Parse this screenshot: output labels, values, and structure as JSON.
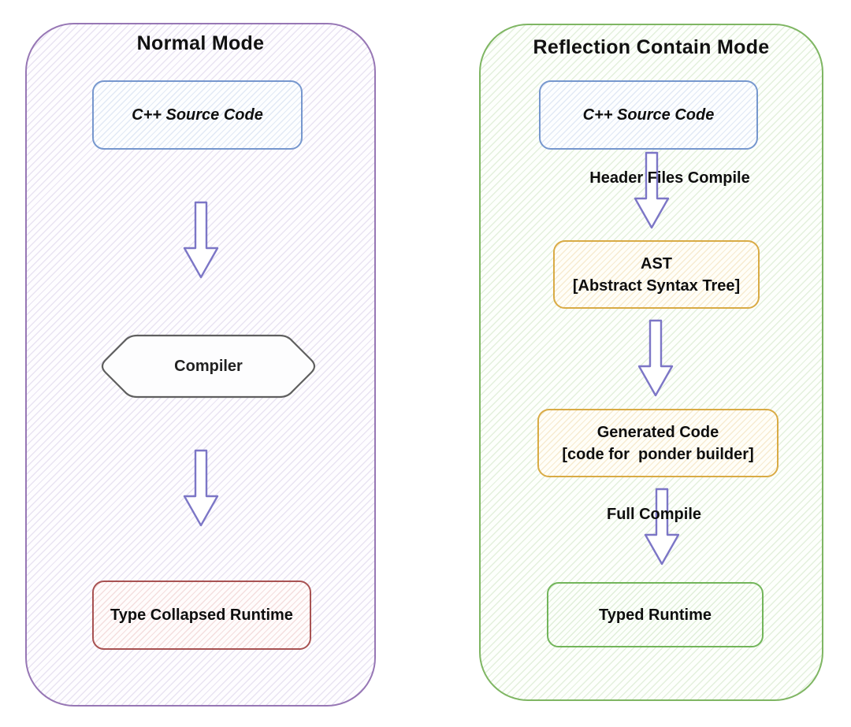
{
  "left_panel": {
    "title": "Normal Mode",
    "source_box_label": "C++ Source Code",
    "compiler_label": "Compiler",
    "runtime_box_label": "Type Collapsed Runtime"
  },
  "right_panel": {
    "title": "Reflection Contain Mode",
    "source_box_label": "C++ Source Code",
    "step1_label": "Header Files Compile",
    "ast_box": {
      "line1": "AST",
      "line2": "[Abstract Syntax Tree]"
    },
    "generated_box": {
      "line1": "Generated Code",
      "line2": "[code for  ponder builder]"
    },
    "step2_label": "Full Compile",
    "runtime_box_label": "Typed Runtime"
  },
  "icons": {
    "flow_arrow": "down-arrow"
  },
  "colors": {
    "left_panel_border": "#9777b5",
    "right_panel_border": "#7fb663",
    "source_box_border": "#7697ce",
    "collapsed_runtime_border": "#a85252",
    "ast_generated_border": "#d9ab45",
    "typed_runtime_border": "#72b55a",
    "compiler_border": "#5f5f5f",
    "arrow_stroke": "#7c76c6",
    "text": "#111111"
  }
}
